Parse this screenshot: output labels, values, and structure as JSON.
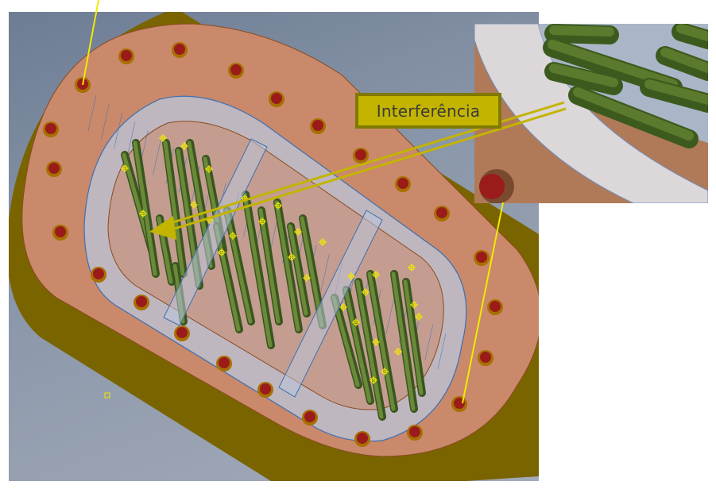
{
  "callout": {
    "label": "Interferência"
  },
  "colors": {
    "background_top": "#6d7d94",
    "background_bottom": "#a3abb9",
    "plate_rim": "#7a6400",
    "plate_face": "#c9896a",
    "bolt": "#9b1b1b",
    "tube": "#4e6b28",
    "shell_glass": "#b9c7dc",
    "shell_wire": "#3f6fb0",
    "leader": "#f2ea00",
    "callout_fill": "#c3b400",
    "callout_border": "#7f7900",
    "arrow": "#c3b400"
  },
  "icons": {
    "work_point": "crosshair-diamond",
    "origin_marker": "square-outline"
  }
}
